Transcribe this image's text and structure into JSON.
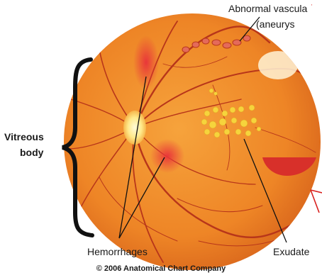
{
  "labels": {
    "vitreous_line1": "Vitreous",
    "vitreous_line2": "body",
    "aneurysm_line1": "Abnormal vascula",
    "aneurysm_line2": "(aneurys",
    "hemorrhages": "Hemorrhages",
    "exudate": "Exudate",
    "copyright": "© 2006 Anatomical Chart Company"
  },
  "colors": {
    "fundus": "#f08a2a",
    "fundus_dark": "#d9661c",
    "vessel": "#b8361a",
    "optic_disc": "#fff4b0",
    "exudate": "#f5d23a",
    "hemorrhage": "#e0342a",
    "callout_red": "#d8201e"
  }
}
